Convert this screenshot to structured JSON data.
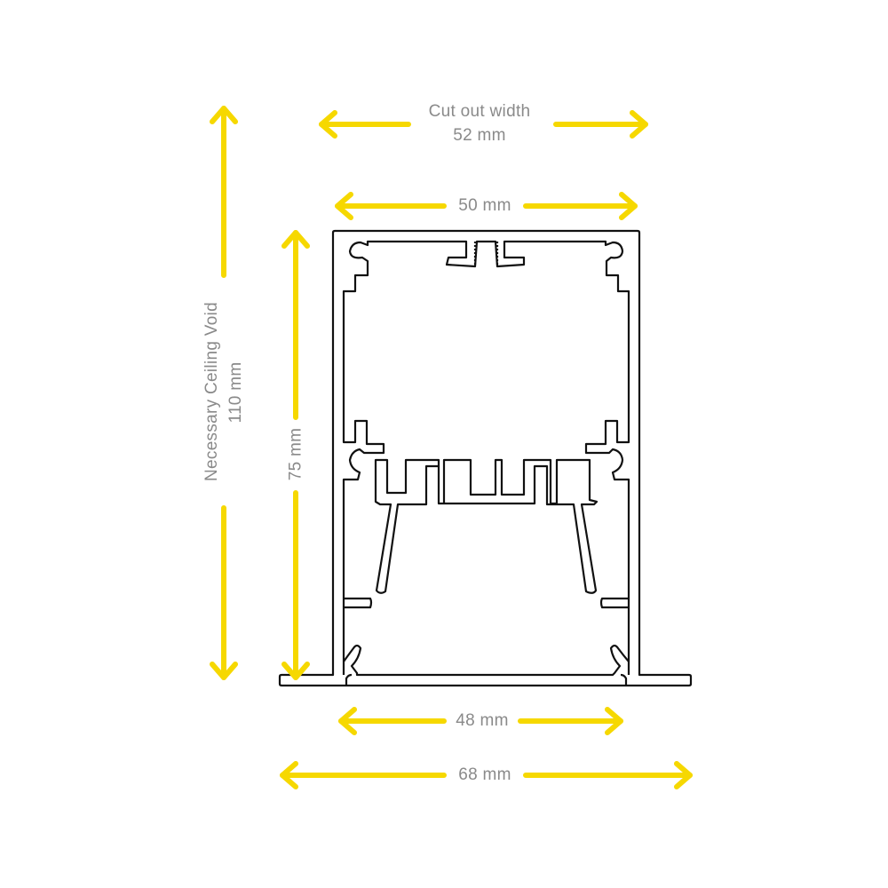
{
  "dimensions": {
    "cut_out_width": {
      "label": "Cut out width",
      "value": "52 mm"
    },
    "top_width": "50 mm",
    "inner_width": "48 mm",
    "flange_width": "68 mm",
    "ceiling_void": {
      "label": "Necessary Ceiling Void",
      "value": "110 mm"
    },
    "profile_height": "75 mm"
  },
  "colors": {
    "arrow": "#f6d800",
    "text": "#8a8a8a",
    "profile": "#111111"
  }
}
